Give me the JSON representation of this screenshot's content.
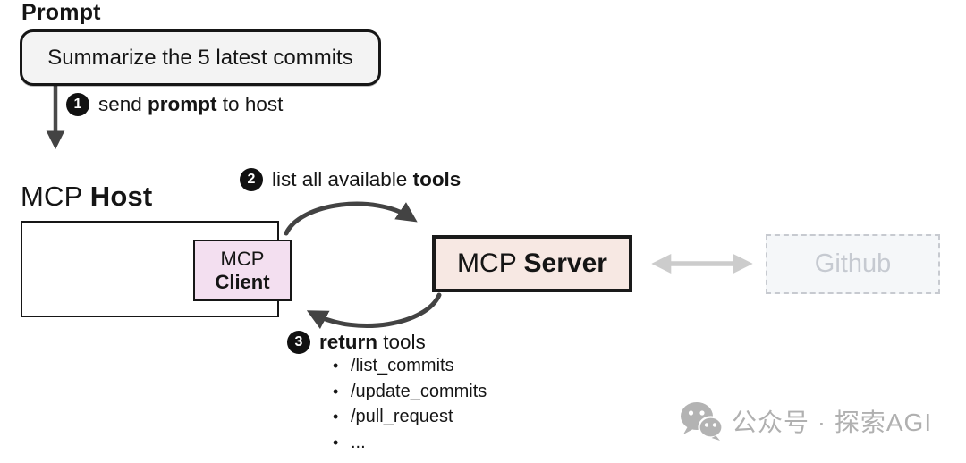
{
  "prompt": {
    "heading": "Prompt",
    "text": "Summarize the 5 latest commits"
  },
  "steps": [
    {
      "num": "1",
      "pre": "send ",
      "bold": "prompt",
      "post": " to host"
    },
    {
      "num": "2",
      "pre": "list all available ",
      "bold": "tools",
      "post": ""
    },
    {
      "num": "3",
      "pre": "",
      "bold": "return",
      "post": " tools"
    }
  ],
  "host": {
    "regular": "MCP ",
    "bold": "Host"
  },
  "client": {
    "line1": "MCP",
    "line2": "Client"
  },
  "server": {
    "regular": "MCP ",
    "bold": "Server"
  },
  "github": {
    "label": "Github"
  },
  "tools": [
    "/list_commits",
    "/update_commits",
    "/pull_request",
    "..."
  ],
  "watermark": {
    "text": "公众号 · 探索AGI"
  },
  "colors": {
    "client_fill": "#f3dff0",
    "server_fill": "#f7e8e3",
    "prompt_fill": "#f3f3f3",
    "github_fill": "#f5f7f9",
    "github_text": "#c6cad1",
    "arrow_dark": "#434343",
    "arrow_gray": "#cccccc",
    "watermark_gray": "#b0b0b0",
    "ink": "#161616"
  }
}
